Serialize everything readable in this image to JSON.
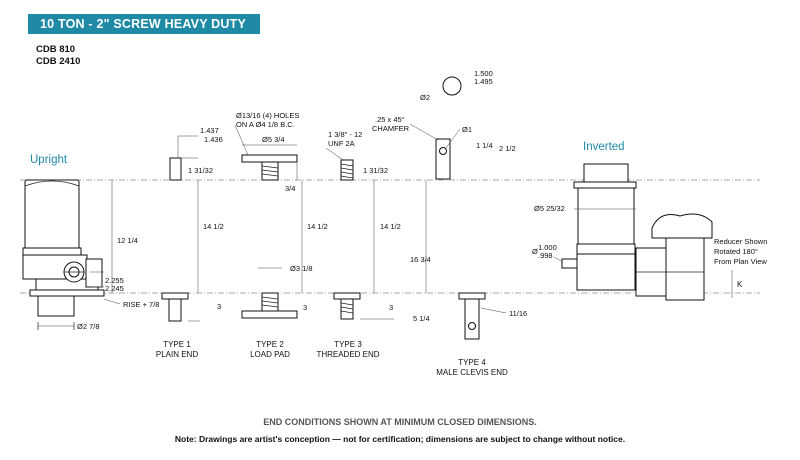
{
  "header": {
    "title": "10 TON - 2\" SCREW HEAVY DUTY"
  },
  "models": [
    "CDB 810",
    "CDB 2410"
  ],
  "views": {
    "upright": "Upright",
    "inverted": "Inverted"
  },
  "dims": {
    "rod_dia_1": "1.437",
    "rod_dia_2": "1.436",
    "top_1_31_32": "1 31/32",
    "holes_1": "Ø13/16 (4) HOLES",
    "holes_2": "ON A Ø4 1/8 B.C.",
    "pad_dia": "Ø5 3/4",
    "pad_3_4": "3/4",
    "thread_1": "1 3/8\" - 12",
    "thread_2": "UNF 2A",
    "thread_1_31_32": "1 31/32",
    "chamfer_1": ".25 x 45°",
    "chamfer_2": "CHAMFER",
    "pin_dia_label": "Ø2",
    "pin_dia_1": "1.500",
    "pin_dia_2": "1.495",
    "clevis_hole": "Ø1",
    "clevis_1_1_4": "1 1/4",
    "clevis_2_1_2": "2 1/2",
    "closed_12_1_4": "12 1/4",
    "closed_14_1_2_a": "14 1/2",
    "closed_14_1_2_b": "14 1/2",
    "closed_14_1_2_c": "14 1/2",
    "closed_16_3_4": "16 3/4",
    "base_2_255": "2.255",
    "base_2_245": "2.245",
    "rise": "RISE + 7/8",
    "base_dia": "Ø2 7/8",
    "end_3_a": "3",
    "end_3_b": "3",
    "end_3_c": "3",
    "pad_dia_bottom": "Ø3 1/8",
    "clevis_5_1_4": "5 1/4",
    "clevis_11_16": "11/16",
    "housing_dia": "Ø5 25/32",
    "shaft_dia_label": "Ø",
    "shaft_dia_1": "1.000",
    "shaft_dia_2": ".998",
    "k_label": "K"
  },
  "reducer_note": [
    "Reducer Shown",
    "Rotated 180°",
    "From Plan View"
  ],
  "end_types": [
    {
      "type": "TYPE 1",
      "name": "PLAIN END"
    },
    {
      "type": "TYPE 2",
      "name": "LOAD PAD"
    },
    {
      "type": "TYPE 3",
      "name": "THREADED END"
    },
    {
      "type": "TYPE 4",
      "name": "MALE CLEVIS END"
    }
  ],
  "footer": {
    "closed_note": "END CONDITIONS SHOWN AT MINIMUM CLOSED DIMENSIONS.",
    "disclaimer": "Note: Drawings are artist's conception — not for certification; dimensions are subject to change without notice."
  },
  "colors": {
    "banner": "#1e8aa6",
    "view_title": "#1e8aa6"
  }
}
